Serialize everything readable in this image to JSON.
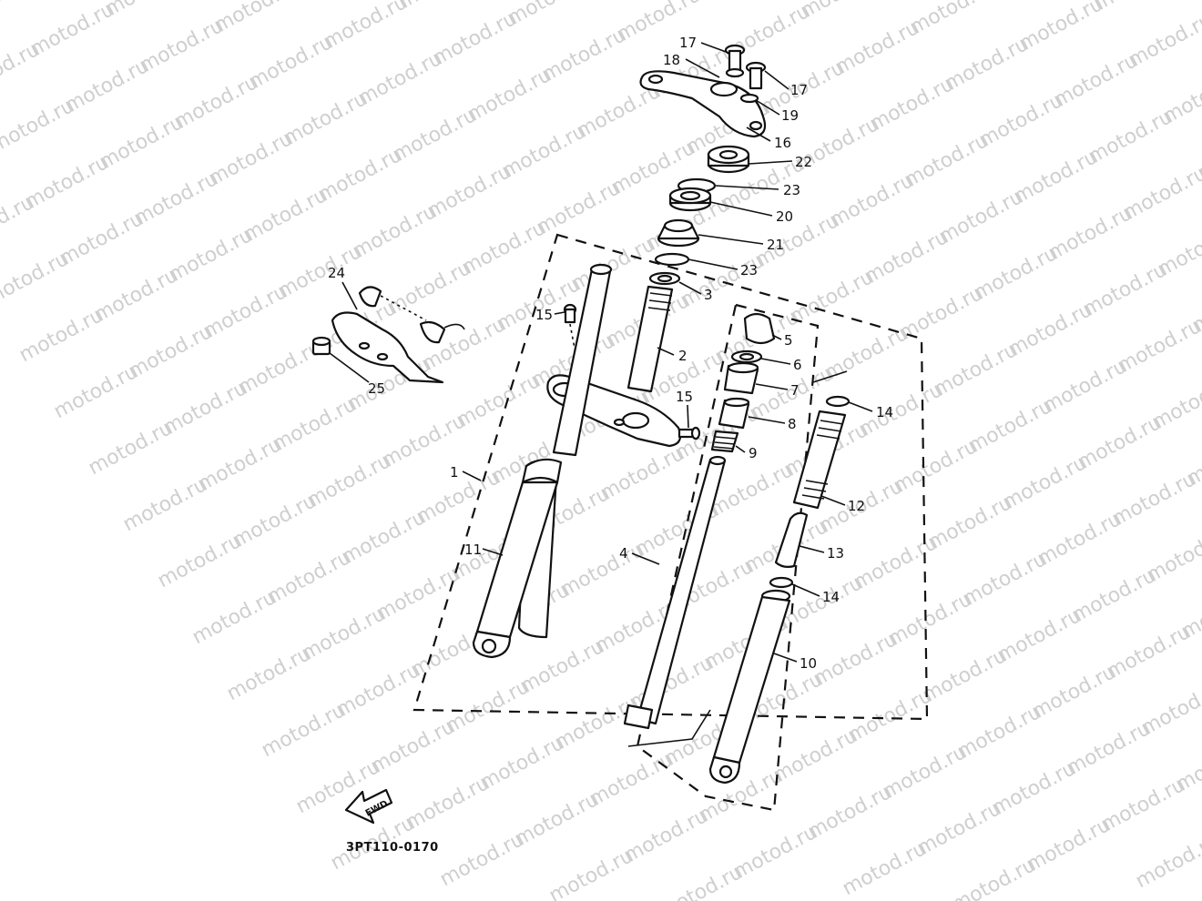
{
  "watermark": "motod.ru",
  "diagram_code": "3PT110-0170",
  "forward_marker": "FWD",
  "callouts": {
    "p1": "1",
    "p2": "2",
    "p3": "3",
    "p4": "4",
    "p5": "5",
    "p6": "6",
    "p7": "7",
    "p8": "8",
    "p9": "9",
    "p10": "10",
    "p11": "11",
    "p12": "12",
    "p13": "13",
    "p14a": "14",
    "p14b": "14",
    "p15a": "15",
    "p15b": "15",
    "p16": "16",
    "p17a": "17",
    "p17b": "17",
    "p18": "18",
    "p19": "19",
    "p20": "20",
    "p21": "21",
    "p22": "22",
    "p23a": "23",
    "p23b": "23",
    "p24": "24",
    "p25": "25"
  }
}
